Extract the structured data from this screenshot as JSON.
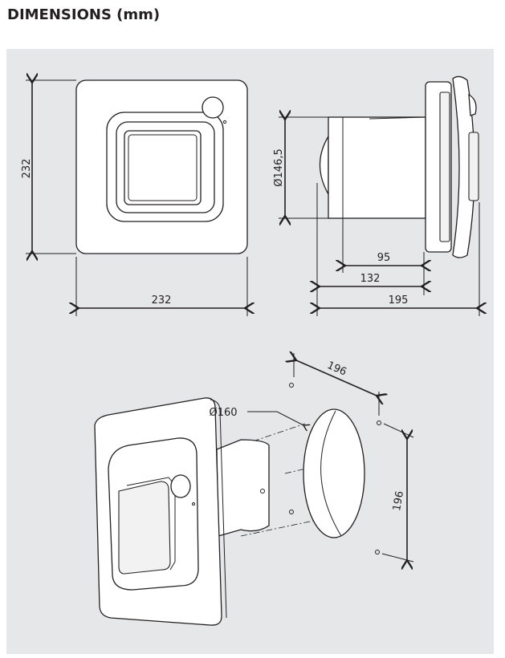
{
  "title": "DIMENSIONS (mm)",
  "front_view": {
    "height_label": "232",
    "width_label": "232"
  },
  "side_view": {
    "diameter_label": "Ø146,5",
    "depth_inner_label": "95",
    "depth_duct_label": "132",
    "depth_total_label": "195"
  },
  "iso_view": {
    "duct_diameter_label": "Ø160",
    "hole_spacing_horizontal_label": "196",
    "hole_spacing_vertical_label": "196"
  }
}
